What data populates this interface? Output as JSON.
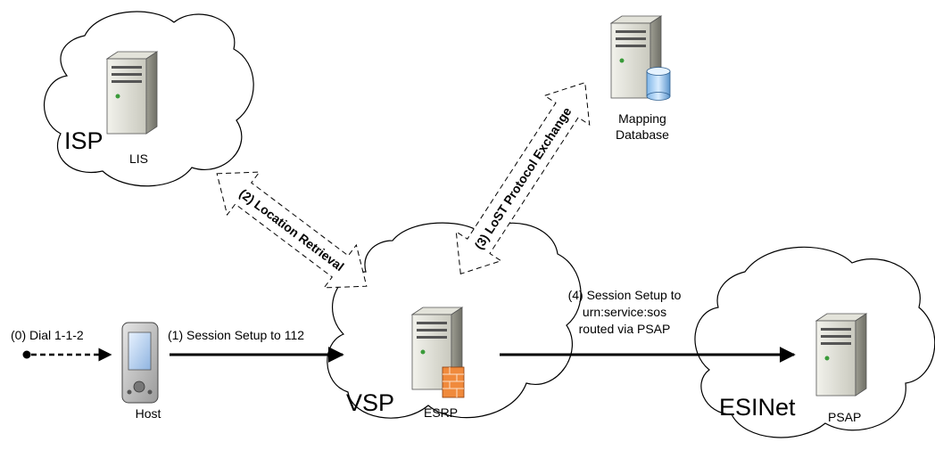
{
  "networks": {
    "isp": "ISP",
    "vsp": "VSP",
    "esinet": "ESINet"
  },
  "nodes": {
    "lis": "LIS",
    "mapping_line1": "Mapping",
    "mapping_line2": "Database",
    "esrp": "ESRP",
    "psap": "PSAP",
    "host": "Host"
  },
  "steps": {
    "step0": "(0) Dial 1-1-2",
    "step1": "(1) Session Setup to 112",
    "step2": "(2) Location Retrieval",
    "step3": "(3) LoST Protocol Exchange",
    "step4_line1": "(4) Session Setup to",
    "step4_line2": "urn:service:sos",
    "step4_line3": "routed via PSAP"
  }
}
